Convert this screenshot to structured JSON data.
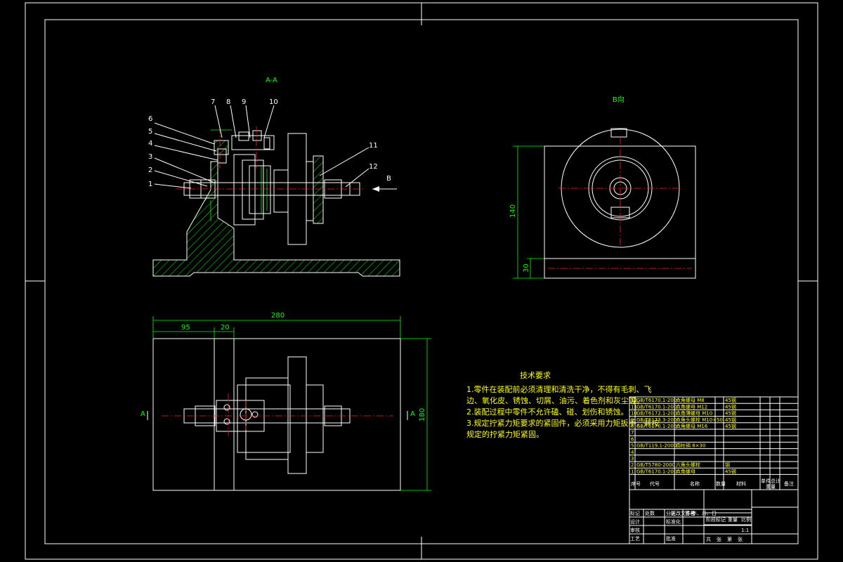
{
  "section_view": {
    "title": "A-A",
    "callouts": [
      "1",
      "2",
      "3",
      "4",
      "5",
      "6",
      "7",
      "8",
      "9",
      "10",
      "11",
      "12"
    ],
    "view_arrow_label": "B"
  },
  "b_view": {
    "title": "B向",
    "dim_height": "140",
    "dim_base": "30"
  },
  "plan_view": {
    "dim_overall": "280",
    "dim_left": "95",
    "dim_mid": "20",
    "dim_height": "180",
    "section_mark_left": "A",
    "section_mark_right": "A"
  },
  "technical_requirements": {
    "title": "技术要求",
    "items": [
      "1.零件在装配前必须清理和清洗干净，不得有毛刺、飞",
      "边、氧化皮、锈蚀、切屑、油污、着色剂和灰尘等。",
      "2.装配过程中零件不允许磕、碰、划伤和锈蚀。",
      "3.规定拧紧力矩要求的紧固件，必须采用力矩扳手，并按",
      "规定的拧紧力矩紧固。"
    ]
  },
  "parts_list": {
    "header": [
      "序号",
      "代号",
      "名称",
      "数量",
      "材料",
      "单件",
      "总计",
      "重量",
      "备注"
    ],
    "rows": [
      {
        "no": "12",
        "code": "GB/T6170.1-2000",
        "name": "六角螺母 M8",
        "qty": "",
        "material": "45钢"
      },
      {
        "no": "11",
        "code": "GB/T6170.1-2000",
        "name": "六角螺母 M12",
        "qty": "",
        "material": "45钢"
      },
      {
        "no": "10",
        "code": "GB/T6172.1-2000",
        "name": "六角薄螺母 M10",
        "qty": "",
        "material": "45钢"
      },
      {
        "no": "9",
        "code": "GB/T6173.3-2000",
        "name": "六角头螺栓 M10×50",
        "qty": "",
        "material": "45钢"
      },
      {
        "no": "8",
        "code": "GB/T6170.1-2000",
        "name": "六角螺母 M16",
        "qty": "",
        "material": "45钢"
      },
      {
        "no": "7",
        "code": "",
        "name": "",
        "qty": "",
        "material": ""
      },
      {
        "no": "6",
        "code": "",
        "name": "",
        "qty": "",
        "material": ""
      },
      {
        "no": "5",
        "code": "GB/T119.1-2000",
        "name": "圆柱销 8×30",
        "qty": "",
        "material": ""
      },
      {
        "no": "4",
        "code": "",
        "name": "",
        "qty": "",
        "material": ""
      },
      {
        "no": "3",
        "code": "",
        "name": "",
        "qty": "",
        "material": ""
      },
      {
        "no": "2",
        "code": "GB/T5780-2000",
        "name": "六角头螺栓",
        "qty": "",
        "material": "钢"
      },
      {
        "no": "1",
        "code": "GB/T6170.1-2000",
        "name": "六角螺母",
        "qty": "",
        "material": "45钢"
      }
    ]
  },
  "title_block": {
    "labels": [
      "标记",
      "处数",
      "分区",
      "更改文件号",
      "签名",
      "年、月、日",
      "设计",
      "标准化",
      "审核",
      "工艺",
      "批准",
      "阶段标记",
      "重量",
      "比例",
      "共",
      "张",
      "第",
      "张"
    ],
    "scale": "1:1"
  }
}
